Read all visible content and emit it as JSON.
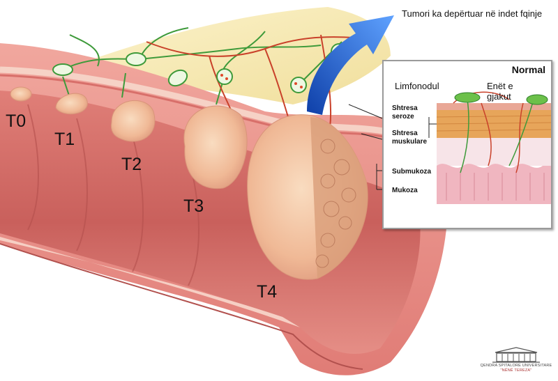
{
  "stages": [
    "T0",
    "T1",
    "T2",
    "T3",
    "T4"
  ],
  "caption_arrow": "Tumori ka depërtuar në indet fqinje",
  "inset": {
    "title": "Normal",
    "lymph_node": "Limfonodul",
    "vessels": "Enët e gjakut",
    "layers": [
      "Shtresa seroze",
      "Shtresa muskulare",
      "Submukoza",
      "Mukoza"
    ]
  },
  "logo": {
    "line1": "QENDRA SPITALORE UNIVERSITARE",
    "line2": "\"NËNË TEREZA\""
  },
  "colors": {
    "colon_wall": "#e9938c",
    "colon_inner": "#c96a66",
    "tumor": "#f3c2a0",
    "lymph_vessel": "#3e9a3a",
    "blood_vessel": "#c9412a",
    "fat": "#f2e3a1",
    "arrow": "#1f5fd6"
  }
}
